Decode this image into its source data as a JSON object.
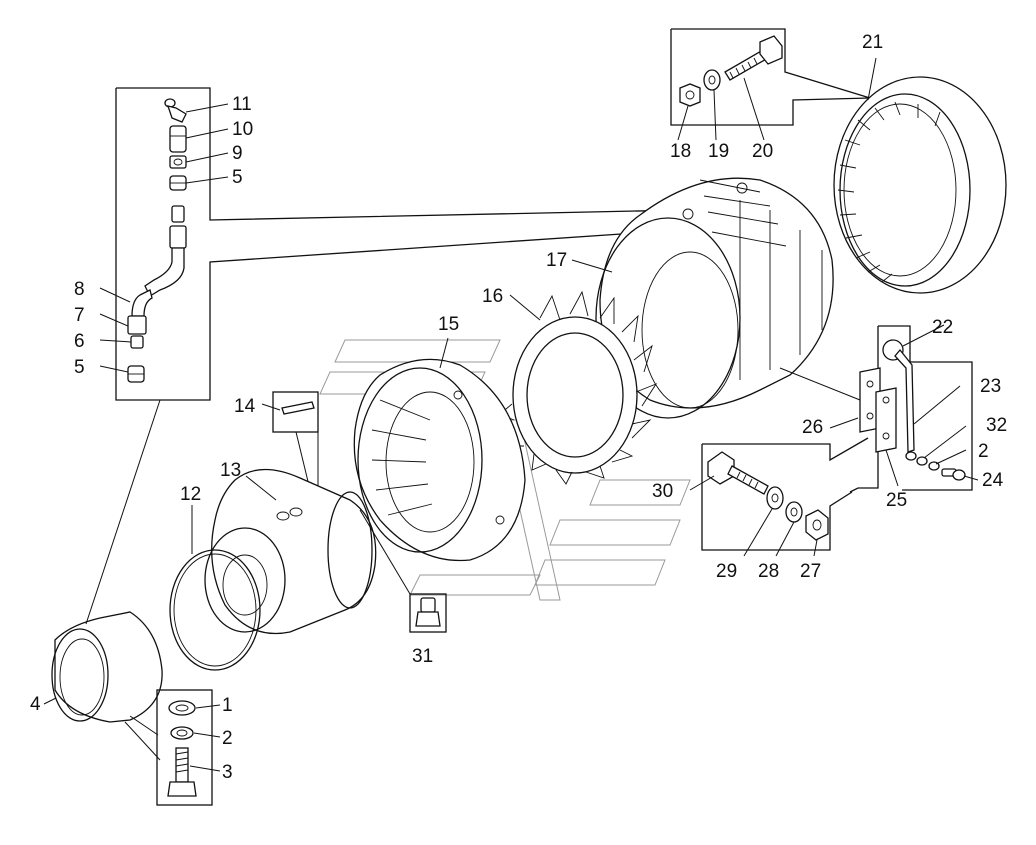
{
  "callouts": [
    {
      "id": "c1",
      "text": "1"
    },
    {
      "id": "c2a",
      "text": "2"
    },
    {
      "id": "c2b",
      "text": "2"
    },
    {
      "id": "c3",
      "text": "3"
    },
    {
      "id": "c4",
      "text": "4"
    },
    {
      "id": "c5a",
      "text": "5"
    },
    {
      "id": "c5b",
      "text": "5"
    },
    {
      "id": "c6",
      "text": "6"
    },
    {
      "id": "c7",
      "text": "7"
    },
    {
      "id": "c8",
      "text": "8"
    },
    {
      "id": "c9",
      "text": "9"
    },
    {
      "id": "c10",
      "text": "10"
    },
    {
      "id": "c11",
      "text": "11"
    },
    {
      "id": "c12",
      "text": "12"
    },
    {
      "id": "c13",
      "text": "13"
    },
    {
      "id": "c14",
      "text": "14"
    },
    {
      "id": "c15",
      "text": "15"
    },
    {
      "id": "c16",
      "text": "16"
    },
    {
      "id": "c17",
      "text": "17"
    },
    {
      "id": "c18",
      "text": "18"
    },
    {
      "id": "c19",
      "text": "19"
    },
    {
      "id": "c20",
      "text": "20"
    },
    {
      "id": "c21",
      "text": "21"
    },
    {
      "id": "c22",
      "text": "22"
    },
    {
      "id": "c23",
      "text": "23"
    },
    {
      "id": "c24",
      "text": "24"
    },
    {
      "id": "c25",
      "text": "25"
    },
    {
      "id": "c26",
      "text": "26"
    },
    {
      "id": "c27",
      "text": "27"
    },
    {
      "id": "c28",
      "text": "28"
    },
    {
      "id": "c29",
      "text": "29"
    },
    {
      "id": "c30",
      "text": "30"
    },
    {
      "id": "c31",
      "text": "31"
    },
    {
      "id": "c32",
      "text": "32"
    }
  ]
}
